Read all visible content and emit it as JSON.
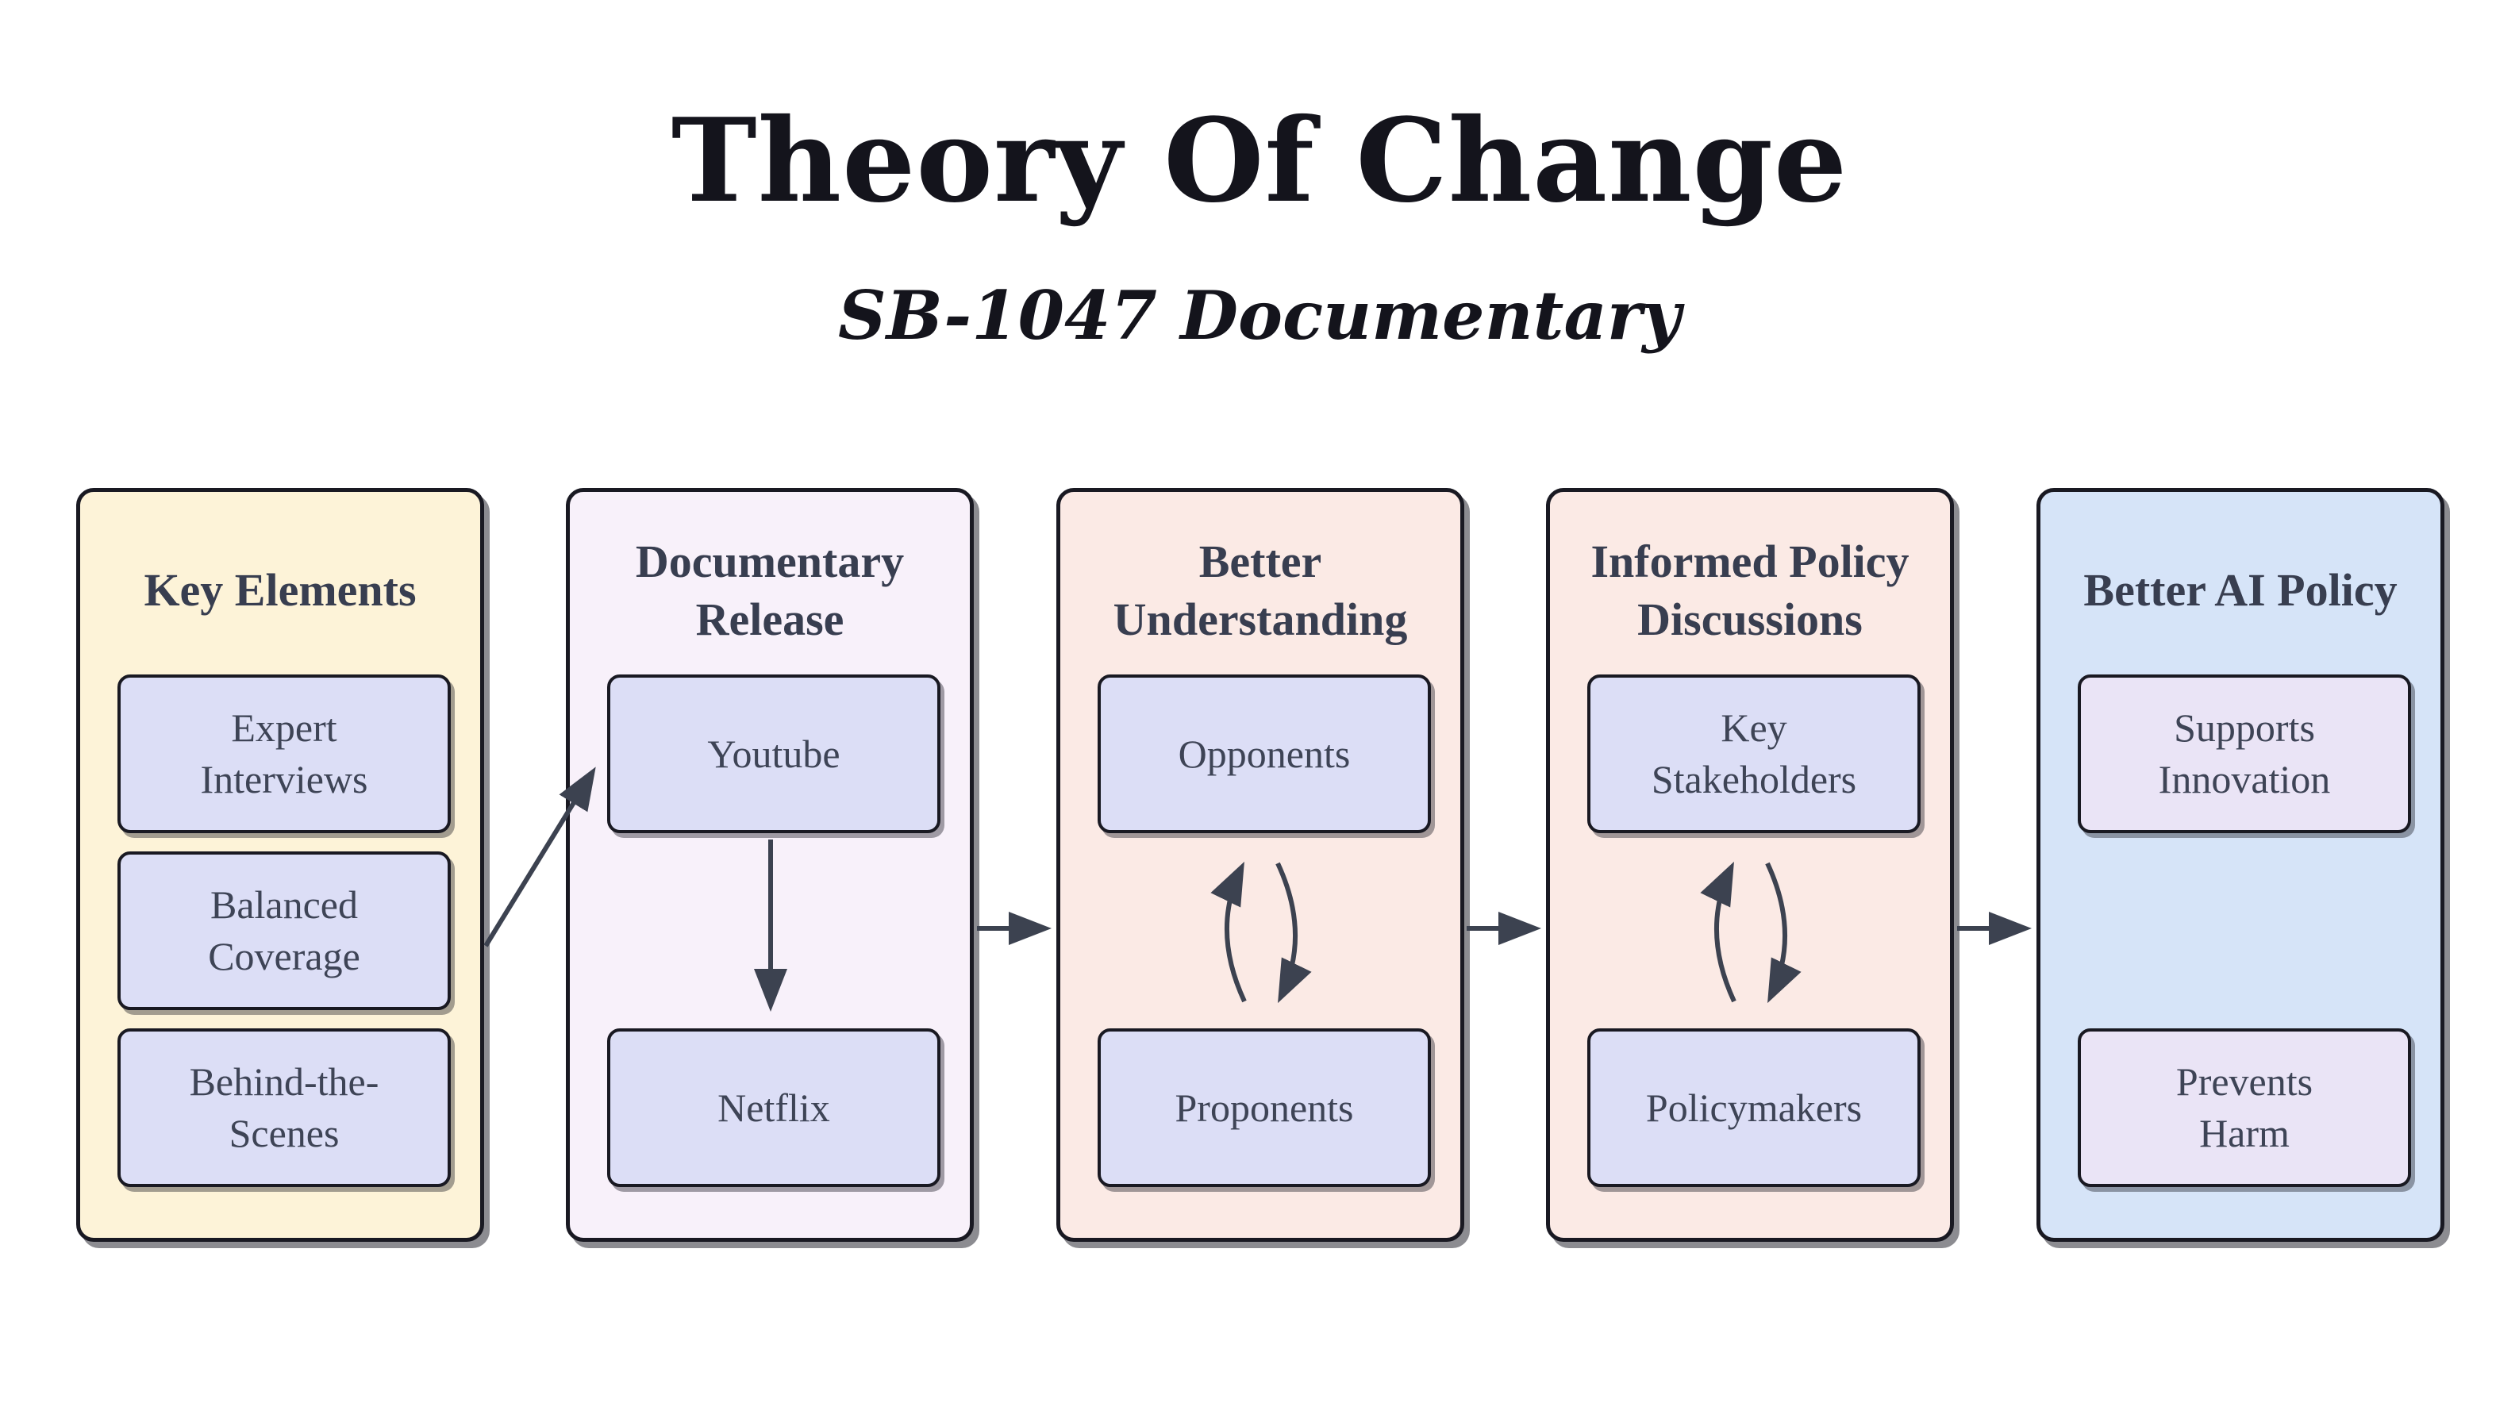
{
  "title": "Theory Of Change",
  "subtitle": "SB-1047 Documentary",
  "colors": {
    "background": "#ffffff",
    "border": "#191922",
    "header_text": "#383e50",
    "label_text": "#3e4456",
    "arrow": "#3c4250",
    "box_fill": "#dcdef6",
    "box_fill_alt": "#eae4f6",
    "panel_fills": [
      "#fdf3d8",
      "#f8f1fa",
      "#fbeae5",
      "#fbeae5",
      "#d6e4f8"
    ]
  },
  "columns": [
    {
      "id": "key-elements",
      "header": "Key Elements",
      "items": [
        "Expert Interviews",
        "Balanced Coverage",
        "Behind-the-Scenes"
      ]
    },
    {
      "id": "documentary-release",
      "header": "Documentary Release",
      "items": [
        "Youtube",
        "Netflix"
      ]
    },
    {
      "id": "better-understanding",
      "header": "Better Understanding",
      "items": [
        "Opponents",
        "Proponents"
      ]
    },
    {
      "id": "informed-policy-discussions",
      "header": "Informed Policy Discussions",
      "items": [
        "Key Stakeholders",
        "Policymakers"
      ]
    },
    {
      "id": "better-ai-policy",
      "header": "Better AI Policy",
      "items": [
        "Supports Innovation",
        "Prevents Harm"
      ]
    }
  ],
  "arrows": [
    {
      "from": "Key Elements",
      "to": "Youtube",
      "style": "straight-diagonal"
    },
    {
      "from": "Youtube",
      "to": "Netflix",
      "style": "straight-down"
    },
    {
      "from": "Documentary Release",
      "to": "Better Understanding",
      "style": "straight-right"
    },
    {
      "from": "Better Understanding",
      "to": "Informed Policy Discussions",
      "style": "straight-right"
    },
    {
      "from": "Informed Policy Discussions",
      "to": "Better AI Policy",
      "style": "straight-right"
    },
    {
      "from": "Opponents",
      "to": "Proponents",
      "style": "cycle-exchange"
    },
    {
      "from": "Key Stakeholders",
      "to": "Policymakers",
      "style": "cycle-exchange"
    }
  ]
}
